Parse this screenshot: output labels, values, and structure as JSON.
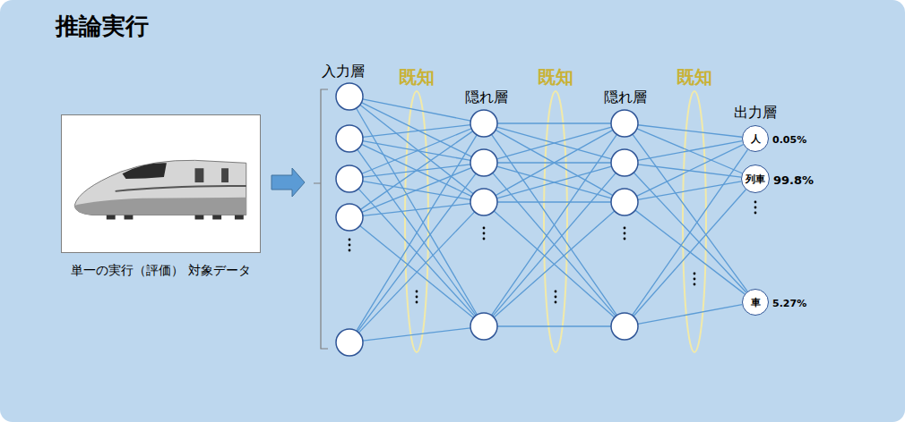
{
  "diagram": {
    "title": "推論実行",
    "nodes": [
      {
        "text": [
          "単一の実行（評価） 対象データ"
        ]
      },
      {
        "text": [
          "人"
        ]
      },
      {
        "text": [
          "列車"
        ]
      },
      {
        "text": [
          "車"
        ]
      }
    ],
    "labels": [
      "入力層",
      "既知",
      "隠れ層",
      "既知",
      "隠れ層",
      "既知",
      "出力層",
      "0.05%",
      "99.8%",
      "5.27%"
    ]
  }
}
